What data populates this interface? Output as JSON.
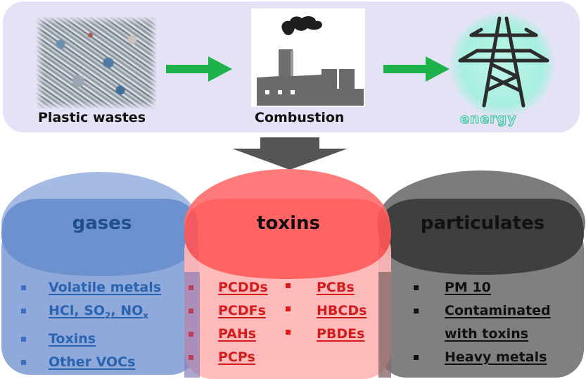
{
  "top_flow": {
    "steps": [
      {
        "label": "Plastic wastes",
        "icon": "plastic-waste-pile"
      },
      {
        "label": "Combustion",
        "icon": "factory-smokestack"
      },
      {
        "label": "energy",
        "icon": "power-transmission-tower"
      }
    ],
    "arrow_color": "#1db34a",
    "panel_color": "#e4e3f6"
  },
  "categories": [
    {
      "title": "gases",
      "color": "#4a76c0",
      "text_color": "#1f4f8e",
      "items": [
        "Volatile metals",
        "HCl, SO2, NOx",
        "Toxins",
        "Other VOCs"
      ],
      "formula": {
        "pre": "HCl, SO",
        "sub1": "2",
        "mid": ", NO",
        "sub2": "x"
      }
    },
    {
      "title": "toxins",
      "color": "#ff4f4f",
      "text_color": "#d41c1c",
      "items_col1": [
        "PCDDs",
        "PCDFs",
        "PAHs",
        "PCPs"
      ],
      "items_col2": [
        "PCBs",
        "HBCDs",
        "PBDEs"
      ]
    },
    {
      "title": "particulates",
      "color": "#3a3a3a",
      "text_color": "#111111",
      "items": [
        "PM 10",
        "Contaminated",
        "with toxins",
        "Heavy metals"
      ]
    }
  ]
}
